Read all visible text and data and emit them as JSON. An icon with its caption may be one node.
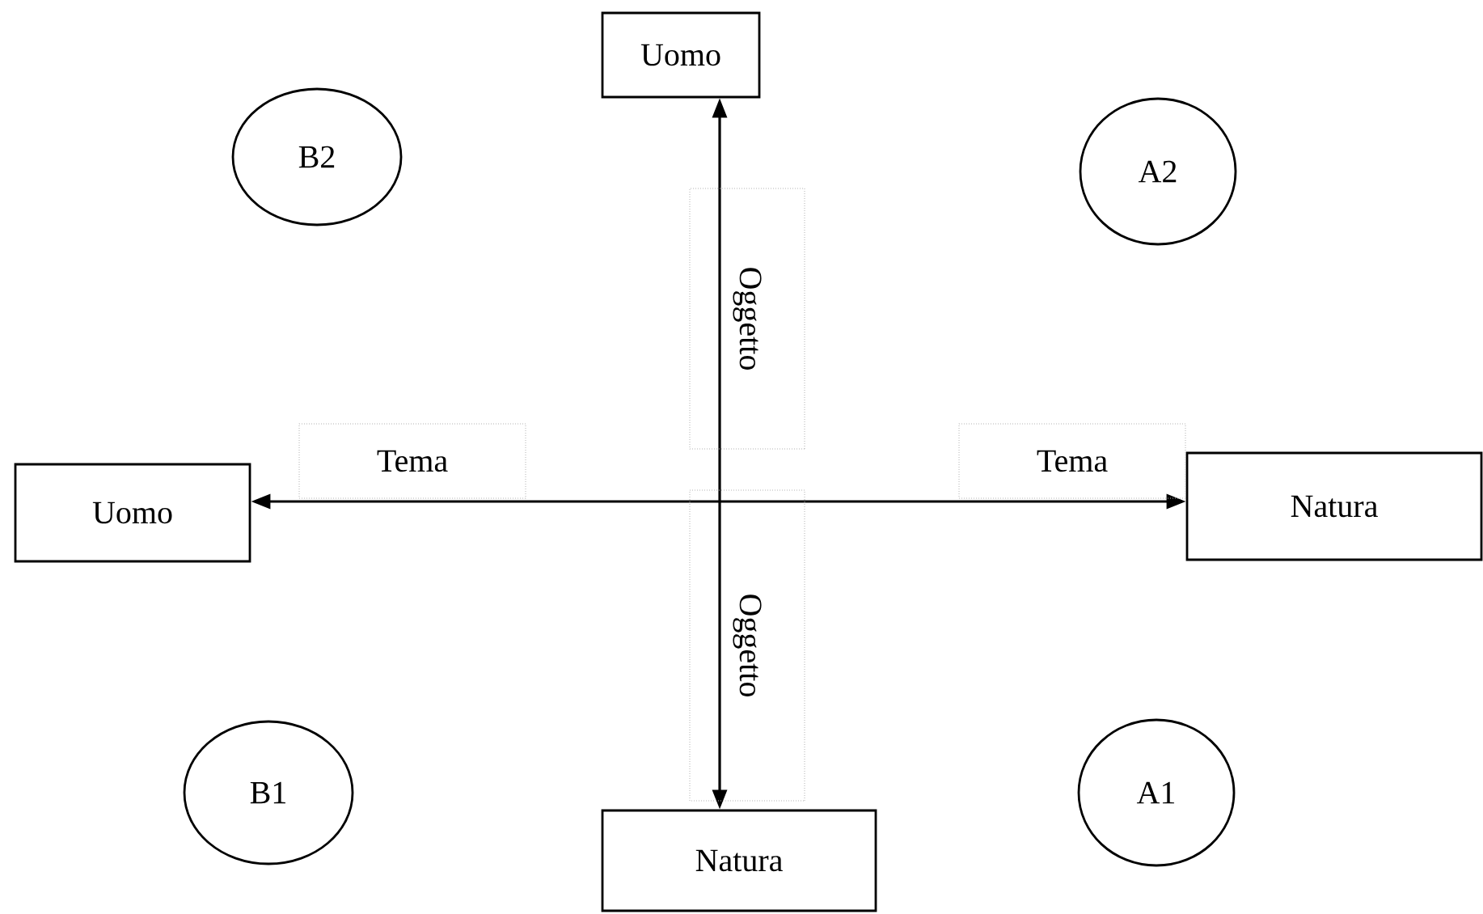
{
  "diagram": {
    "nodes": [
      {
        "text": [
          "Uomo"
        ]
      },
      {
        "text": [
          "B2"
        ]
      },
      {
        "text": [
          "A2"
        ]
      },
      {
        "text": [
          "Uomo"
        ]
      },
      {
        "text": [
          "Natura"
        ]
      },
      {
        "text": [
          "B1"
        ]
      },
      {
        "text": [
          "A1"
        ]
      },
      {
        "text": [
          "Natura"
        ]
      }
    ],
    "edges": [
      {
        "from": 3,
        "to": 4,
        "arrow": "both",
        "label": "Tema"
      },
      {
        "from": 0,
        "to": 7,
        "arrow": "both",
        "label": "Oggetto"
      }
    ],
    "labels": [
      "Tema",
      "Oggetto"
    ]
  }
}
